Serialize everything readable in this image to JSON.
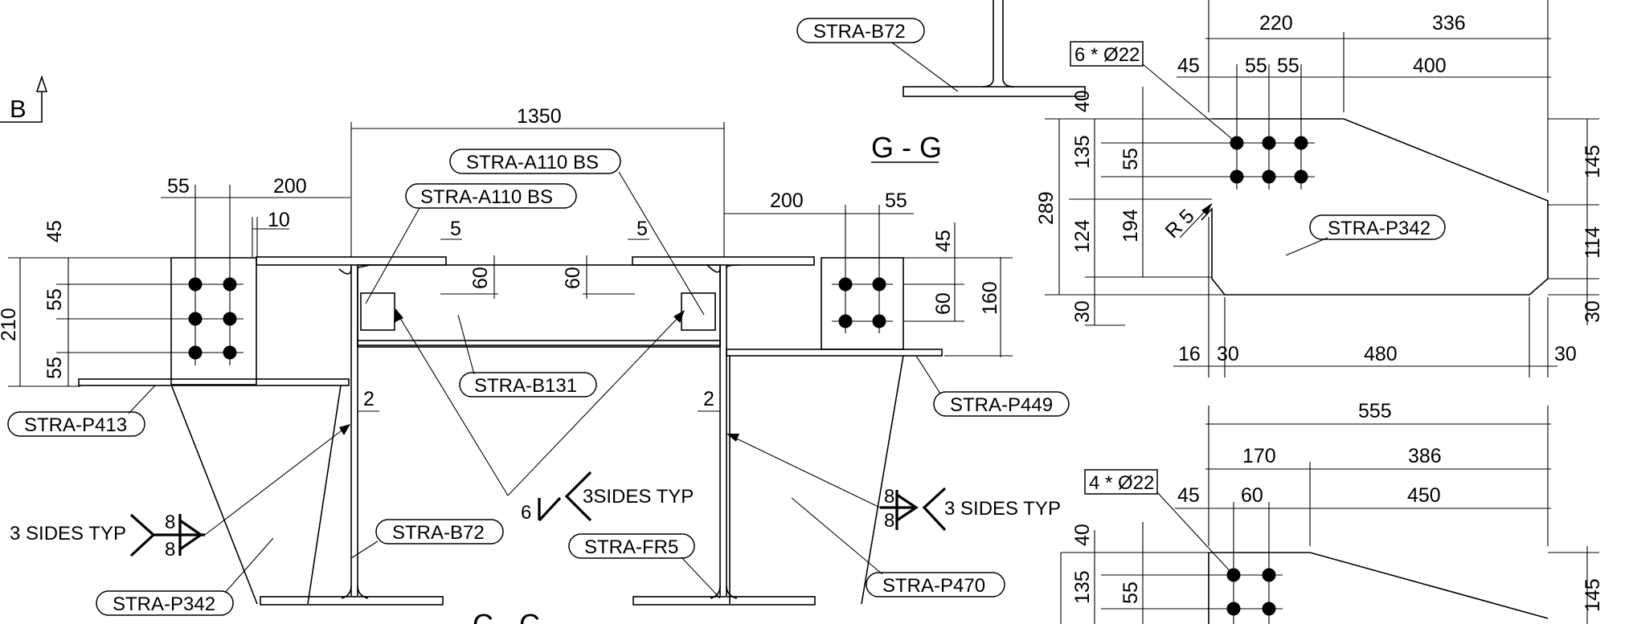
{
  "section_marker": "B",
  "section_gg": {
    "title": "G - G"
  },
  "section_cc": {
    "title": "C - C"
  },
  "dimensions": {
    "d1350": "1350",
    "d55_left": "55",
    "d200_left": "200",
    "d10": "10",
    "d5_a": "5",
    "d5_b": "5",
    "d200_right": "200",
    "d55_right": "55",
    "d45_left": "45",
    "d55_l1": "55",
    "d55_l2": "55",
    "d210": "210",
    "d60_a": "60",
    "d60_b": "60",
    "d45_right": "45",
    "d60_r": "60",
    "d160": "160",
    "d2_left": "2",
    "d2_right": "2",
    "d220": "220",
    "d336": "336",
    "d45_top": "45",
    "d55_t1": "55",
    "d55_t2": "55",
    "d400": "400",
    "d40_top": "40",
    "d135_top": "135",
    "d55_v": "55",
    "d289": "289",
    "d124": "124",
    "d194": "194",
    "d30_v": "30",
    "d145_top": "145",
    "d114": "114",
    "d30_vr": "30",
    "d16": "16",
    "d30_h1": "30",
    "d480": "480",
    "d30_h2": "30",
    "r5": "R 5",
    "d555": "555",
    "d170": "170",
    "d386": "386",
    "d45_b": "45",
    "d60_b2": "60",
    "d450": "450",
    "d40_b": "40",
    "d135_b": "135",
    "d55_b": "55",
    "d145_b": "145"
  },
  "bolt_labels": {
    "top": "6 * Ø22",
    "bottom": "4 * Ø22"
  },
  "part_labels": {
    "b72_top": "STRA-B72",
    "a110_1": "STRA-A110 BS",
    "a110_2": "STRA-A110 BS",
    "p342_right": "STRA-P342",
    "b131": "STRA-B131",
    "p449": "STRA-P449",
    "p413": "STRA-P413",
    "b72_bottom": "STRA-B72",
    "fr5": "STRA-FR5",
    "p470": "STRA-P470",
    "p342_left": "STRA-P342"
  },
  "weld_labels": {
    "left_text": "3 SIDES TYP",
    "left_size_top": "8",
    "left_size_bottom": "8",
    "center_size": "6",
    "center_text": "3SIDES TYP",
    "right_size_top": "8",
    "right_size_bottom": "8",
    "right_text": "3 SIDES TYP"
  }
}
